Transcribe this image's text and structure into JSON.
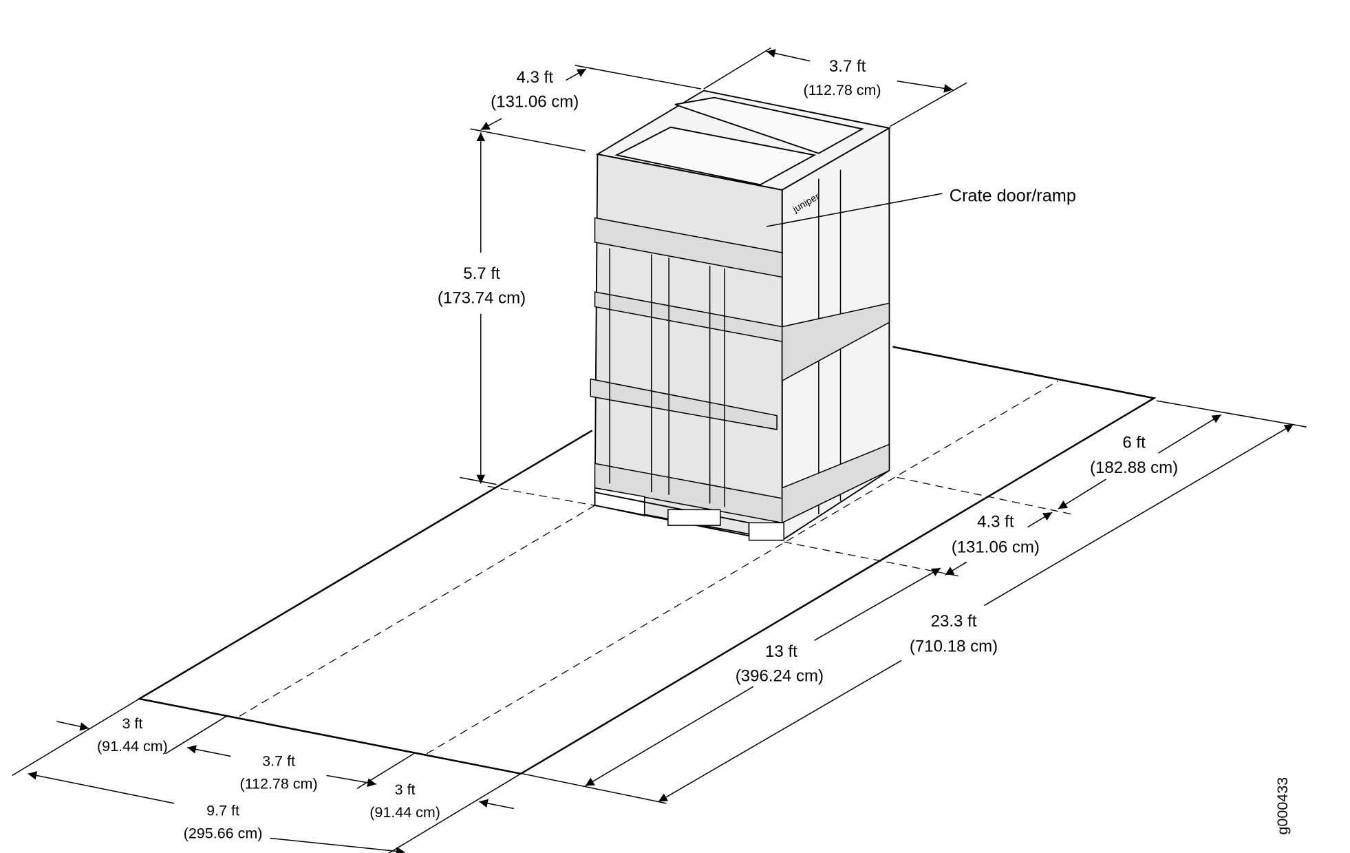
{
  "figure_id": "g000433",
  "callout": "Crate door/ramp",
  "logo_text": "juniper",
  "dimensions": {
    "crate_depth": {
      "ft": "4.3 ft",
      "cm": "(131.06 cm)"
    },
    "crate_width": {
      "ft": "3.7 ft",
      "cm": "(112.78 cm)"
    },
    "crate_height": {
      "ft": "5.7 ft",
      "cm": "(173.74 cm)"
    },
    "front_clearance": {
      "ft": "6 ft",
      "cm": "(182.88 cm)"
    },
    "crate_footprint_depth": {
      "ft": "4.3 ft",
      "cm": "(131.06 cm)"
    },
    "total_length": {
      "ft": "23.3 ft",
      "cm": "(710.18 cm)"
    },
    "ramp_length": {
      "ft": "13 ft",
      "cm": "(396.24 cm)"
    },
    "left_clearance": {
      "ft": "3 ft",
      "cm": "(91.44 cm)"
    },
    "center_width": {
      "ft": "3.7 ft",
      "cm": "(112.78 cm)"
    },
    "right_clearance": {
      "ft": "3 ft",
      "cm": "(91.44 cm)"
    },
    "total_width": {
      "ft": "9.7 ft",
      "cm": "(295.66 cm)"
    }
  }
}
